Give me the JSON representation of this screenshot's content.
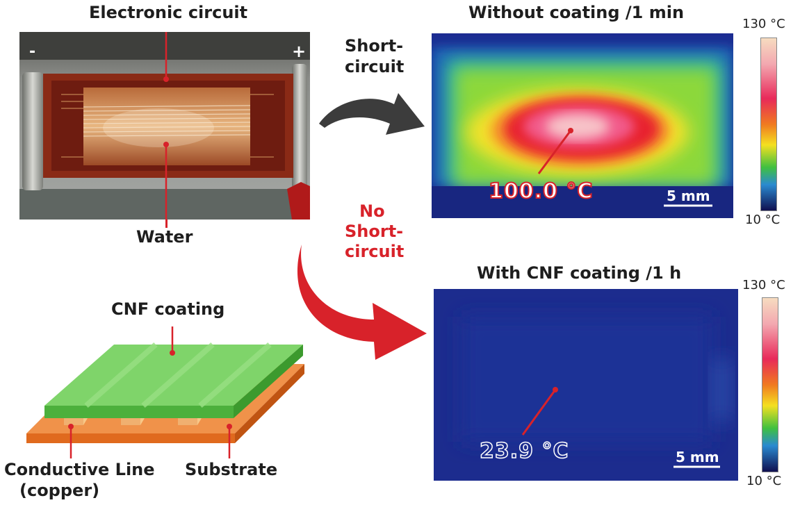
{
  "photo": {
    "title": "Electronic circuit",
    "minus": "-",
    "plus": "+",
    "water_label": "Water"
  },
  "short_label": [
    "Short-",
    "circuit"
  ],
  "no_short_label": [
    "No",
    "Short-",
    "circuit"
  ],
  "thermal_top": {
    "title": "Without coating /1 min",
    "temp": "100.0 °C",
    "scale_label": "5 mm",
    "colorbar_max": "130 °C",
    "colorbar_min": "10 °C"
  },
  "thermal_bottom": {
    "title": "With CNF coating /1 h",
    "temp": "23.9 °C",
    "scale_label": "5 mm",
    "colorbar_max": "130 °C",
    "colorbar_min": "10 °C"
  },
  "diagram": {
    "coating_label": "CNF coating",
    "line_label_1": "Conductive Line",
    "line_label_2": "(copper)",
    "substrate_label": "Substrate"
  },
  "colors": {
    "accent_red": "#d8222a",
    "coating_green": "#58c04a",
    "substrate_orange": "#e8702a",
    "copper": "#f2b870",
    "thermal_blue": "#1c2c8e"
  }
}
